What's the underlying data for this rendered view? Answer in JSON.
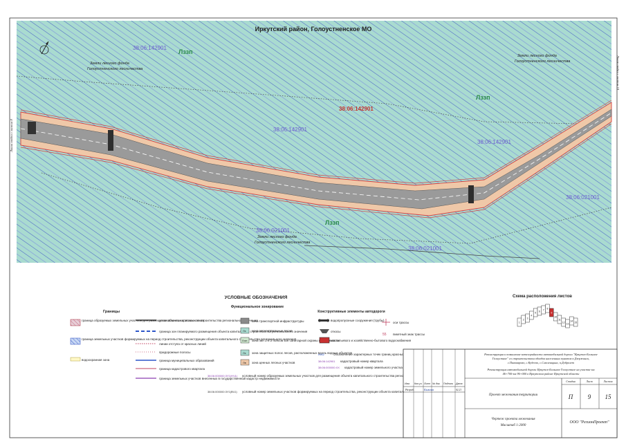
{
  "map": {
    "title": "Иркутский район, Голоустненское МО",
    "forest_left": [
      "Земли лесного фонда",
      "Голоустненского лесничества"
    ],
    "forest_right": [
      "Земли лесного фонда",
      "Голоустненского лесничества"
    ],
    "forest_bottom": [
      "Земли лесного фонда",
      "Голоустненского лесничества"
    ],
    "zone_code": "Лззп",
    "parcels": [
      "38:06:142901",
      "38:06:142901",
      "38:06:142901",
      "38:06:142901",
      "38:06:021001",
      "38:06:021001",
      "38:06:021001"
    ],
    "edge_left": "Линия сводки с листом 8",
    "edge_right": "Линия сводки с листом 10"
  },
  "legend": {
    "title": "УСЛОВНЫЕ ОБОЗНАЧЕНИЯ",
    "boundaries_title": "Границы",
    "zoning_title": "Функциональное зонирование",
    "road_title": "Конструктивные элементы автодороги",
    "boundary_items": [
      "граница образуемых земельных участков для размещения объекта капитального строительства регионального значения",
      "граница земельных участков формируемых на период строительства, реконструкции объекта капитального строительства регионального значения",
      "водоохранная зона"
    ],
    "line_items": [
      "установленные красные линии",
      "граница зон планируемого размещения объекта капитального строительства регионального значения",
      "линии отступа от красных линий",
      "придорожные полосы",
      "граница муниципальных образований",
      "граница кадастрового квартала",
      "граница земельных участков внесенных в государственный кадастр недвижимости"
    ],
    "zoning_items": [
      "зона транспортной инфраструктуры",
      "зона зерноотвальных лесов",
      "зона зон 1-й 2 поясов зон санитарной охраны источников питьевого и хозяйственно-бытового водоснабжения",
      "зона защитных полос лесов, расположенных вдоль водных объектов",
      "зона ценных лесных участков"
    ],
    "zoning_codes": [
      "Лз",
      "Лззп",
      "Лз",
      "Лв"
    ],
    "number_items": [
      "условный номер образуемых земельных участков для размещения объекта капитального строительства регионального значения",
      "условный номер земельных участков формируемых на период строительства, реконструкции объекта капитального строительства регионального значения"
    ],
    "number_codes": [
      "38:06:000000:ЗУ1(НЧ1)",
      "38:06:000000:ЗУ1(ВЧ1)"
    ],
    "road_items": [
      "водопропускные сооружения (трубы)",
      "откосы",
      "мосты"
    ],
    "road_items_right": [
      "оси трассы",
      "пикетный знак трассы"
    ],
    "road_items_right_codes": [
      "",
      "55"
    ],
    "coord_items": [
      "Обозначение характерных точек границ красных линий",
      "кадастровый номер квартала",
      "кадастровый номер земельного участка"
    ],
    "coord_codes": [
      "н152",
      "38:06:142901",
      "38:06:000000:ХХ"
    ]
  },
  "scheme": {
    "title": "Схема расположения листов",
    "sheets": [
      "1",
      "2",
      "3",
      "4",
      "5",
      "6",
      "7",
      "8",
      "9",
      "10",
      "11",
      "12",
      "13",
      "14",
      "15"
    ],
    "current": "9"
  },
  "stamp": {
    "project": "Реконструкция и повышение категорийности автомобильной дороги \"Иркутск-Большое Голоустное\" со строительством обходов населенных пунктов п.Дзержинск, с.Пивоварово, с.Кудеево, с.Смоленщина, п.Добролет",
    "section": "Реконструкция автомобильной дороги Иркутск-Большое Голоустное на участке км 46+700-км 96+000 в Иркутском районе Иркутской области",
    "headers": [
      "Изм.",
      "Кол.уч",
      "Лист",
      "№ док.",
      "Подпись",
      "Дата"
    ],
    "roles": [
      "Разраб."
    ],
    "names": [
      "Быкова"
    ],
    "sign_date": "02.21",
    "doc_title": "Проект межевания территории",
    "stage_headers": [
      "Стадия",
      "Лист",
      "Листов"
    ],
    "stage_values": [
      "П",
      "9",
      "15"
    ],
    "drawing_title": "Чертеж проекта межевания",
    "scale": "Масштаб 1:2000",
    "org": "ООО \"РегионПроект\""
  },
  "colors": {
    "zone_fill": "#a9dbd0",
    "hatch": "#5b6fd4",
    "road": "#9a9a9a",
    "road_corridor": "#efc8a8",
    "red_line": "#d64040",
    "parcel_label": "#6d5dd0"
  }
}
